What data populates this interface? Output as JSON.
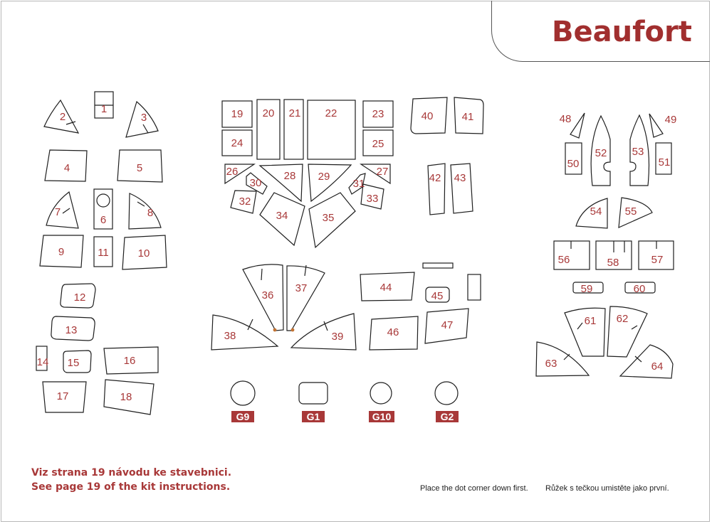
{
  "title": "Beaufort",
  "notes": {
    "instructions_cz": "Viz strana 19 návodu ke stavebnici.",
    "instructions_en": "See page 19 of the kit instructions.",
    "dot_hint_en": "Place the dot corner down first.",
    "dot_hint_cz": "Růžek s tečkou umistěte jako první."
  },
  "part_labels": [
    "1",
    "2",
    "3",
    "4",
    "5",
    "6",
    "7",
    "8",
    "9",
    "10",
    "11",
    "12",
    "13",
    "14",
    "15",
    "16",
    "17",
    "18",
    "19",
    "20",
    "21",
    "22",
    "23",
    "24",
    "25",
    "26",
    "27",
    "28",
    "29",
    "30",
    "31",
    "32",
    "33",
    "34",
    "35",
    "36",
    "37",
    "38",
    "39",
    "40",
    "41",
    "42",
    "43",
    "44",
    "45",
    "46",
    "47",
    "48",
    "49",
    "50",
    "51",
    "52",
    "53",
    "54",
    "55",
    "56",
    "57",
    "58",
    "59",
    "60",
    "61",
    "62",
    "63",
    "64"
  ],
  "gauges": [
    "G9",
    "G1",
    "G10",
    "G2"
  ],
  "colors": {
    "accent": "#a83838",
    "outline": "#1f1f1f"
  }
}
